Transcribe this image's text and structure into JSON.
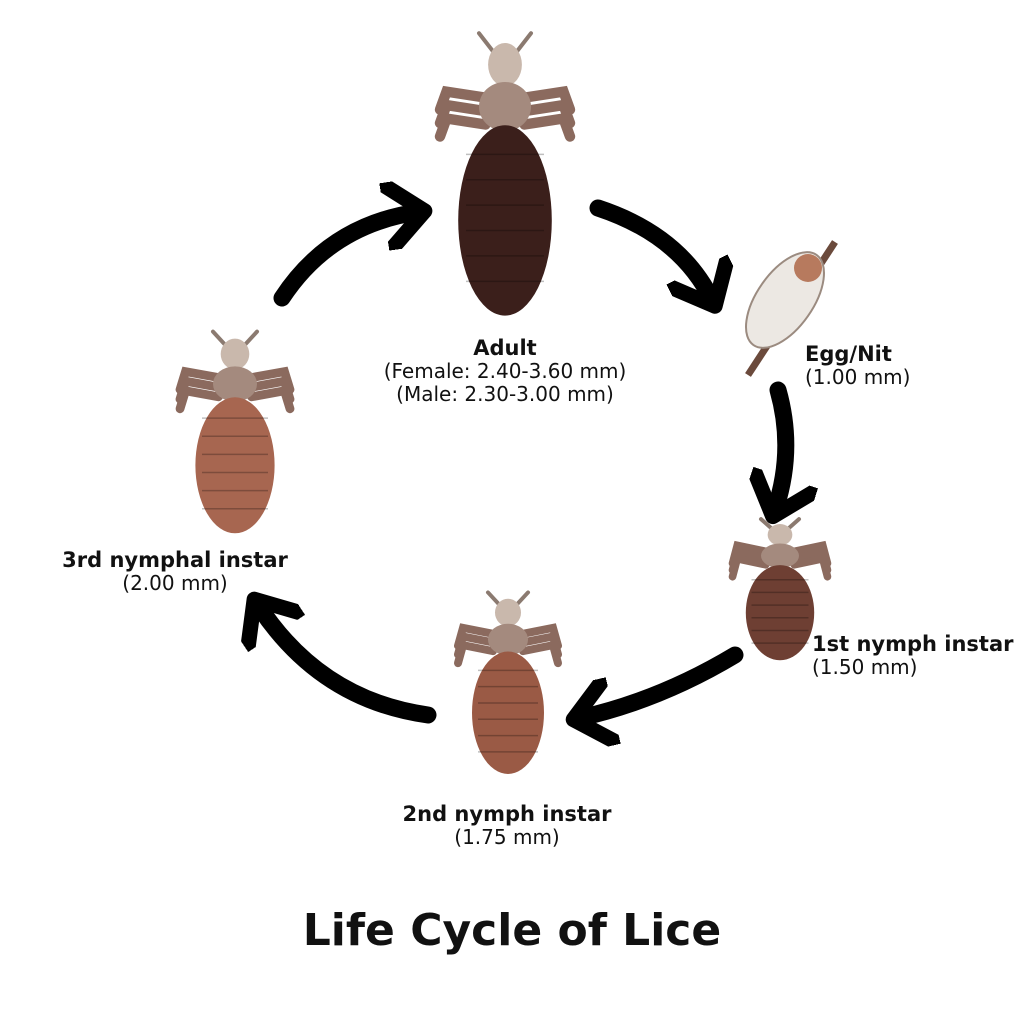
{
  "title": "Life Cycle of  Lice",
  "stages": [
    {
      "name": "Adult",
      "sizes": [
        "(Female: 2.40-3.60 mm)",
        "(Male: 2.30-3.00 mm)"
      ],
      "color": "#3b1f1b"
    },
    {
      "name": "Egg/Nit",
      "sizes": [
        "(1.00 mm)"
      ],
      "color": "#ece8e3"
    },
    {
      "name": "1st nymph instar",
      "sizes": [
        "(1.50 mm)"
      ],
      "color": "#6e3f33"
    },
    {
      "name": "2nd nymph instar",
      "sizes": [
        "(1.75 mm)"
      ],
      "color": "#9a5a45"
    },
    {
      "name": "3rd nymphal instar",
      "sizes": [
        "(2.00 mm)"
      ],
      "color": "#a76650"
    }
  ]
}
